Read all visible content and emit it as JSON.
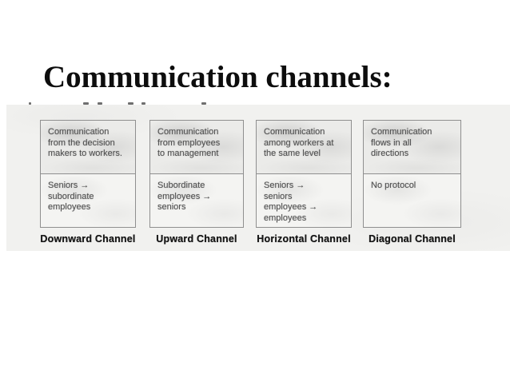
{
  "slide": {
    "title": "Communication channels:"
  },
  "diagram": {
    "channels": [
      {
        "label": "Downward Channel",
        "description": "Communication\nfrom the decision\nmakers to workers.",
        "flow": "Seniors →\nsubordinate\nemployees"
      },
      {
        "label": "Upward Channel",
        "description": "Communication\nfrom employees\nto management",
        "flow": "Subordinate\nemployees →\nseniors"
      },
      {
        "label": "Horizontal Channel",
        "description": "Communication\namong workers at\nthe same level",
        "flow": "Seniors →\nseniors\nemployees →\nemployees"
      },
      {
        "label": "Diagonal Channel",
        "description": "Communication\nflows in all\ndirections",
        "flow": "No protocol"
      }
    ]
  },
  "colors": {
    "page_background": "#ffffff",
    "title_text": "#0d0d0d",
    "scan_background": "#f1f1ef",
    "box_border": "#8f8f8f",
    "cell_text": "#4f4f4f",
    "label_text": "#161616"
  }
}
